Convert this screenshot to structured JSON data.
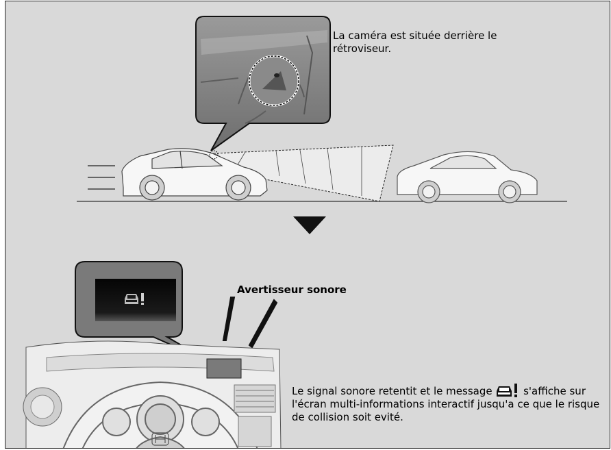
{
  "captions": {
    "camera": "La caméra est située derrière le rétroviseur.",
    "buzzer": "Avertisseur sonore",
    "collision_before_icon": "Le signal sonore retentit et le message ",
    "collision_after_icon": " s'affiche sur l'écran multi-informations interactif jusqu'a ce que le risque de collision soit evité."
  },
  "icons": [
    "camera-icon",
    "arrow-down-icon",
    "collision-warning-icon",
    "honda-logo-icon"
  ],
  "colors": {
    "background": "#d9d9d9",
    "display": "#111111",
    "beam": "#ececec"
  }
}
